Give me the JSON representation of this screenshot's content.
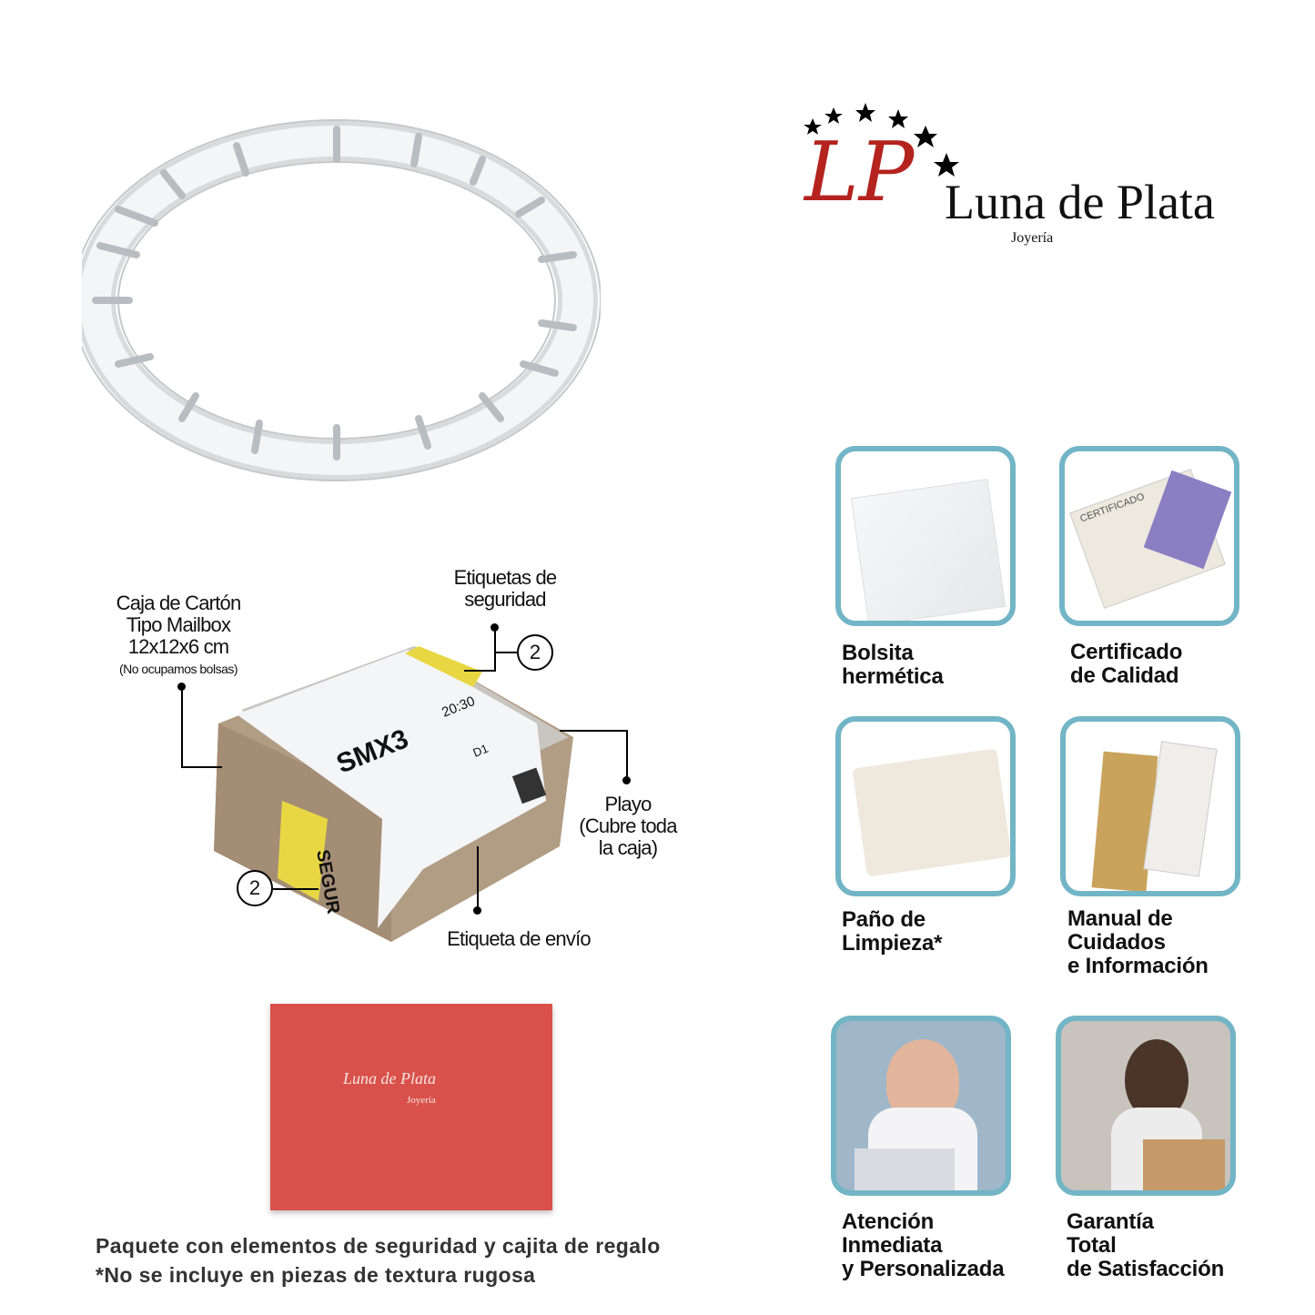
{
  "logo": {
    "brand": "Luna de Plata",
    "monogram": "LP",
    "subtitle": "Joyería"
  },
  "package_diagram": {
    "box_label": [
      "Caja de Cartón",
      "Tipo Mailbox",
      "12x12x6 cm"
    ],
    "box_note": "(No ocupamos bolsas)",
    "security_labels": [
      "Etiquetas de",
      "seguridad"
    ],
    "security_count_top": "2",
    "security_count_side": "2",
    "wrap_label": [
      "Playo",
      "(Cubre toda",
      "la caja)"
    ],
    "shipping_label": "Etiqueta de envío",
    "label_code": "SMX3",
    "label_time": "20:30",
    "label_route": "D1",
    "side_sticker": "SEGUR"
  },
  "gift_box": {
    "brand": "Luna de Plata",
    "subtitle": "Joyería"
  },
  "features": [
    {
      "lines": [
        "Bolsita",
        "hermética"
      ]
    },
    {
      "lines": [
        "Certificado",
        "de Calidad"
      ],
      "image_text": "CERTIFICADO"
    },
    {
      "lines": [
        "Paño de",
        "Limpieza*"
      ]
    },
    {
      "lines": [
        "Manual de",
        "Cuidados",
        "e Información"
      ]
    },
    {
      "lines": [
        "Atención",
        "Inmediata",
        "y Personalizada"
      ]
    },
    {
      "lines": [
        "Garantía",
        "Total",
        "de Satisfacción"
      ]
    }
  ],
  "footer": {
    "line1": "Paquete con elementos de seguridad y cajita de regalo",
    "line2": "*No se incluye en piezas de textura rugosa"
  },
  "colors": {
    "tile_border": "#72b5c6",
    "brand_red": "#b5231f",
    "gift_box": "#d9514a"
  }
}
